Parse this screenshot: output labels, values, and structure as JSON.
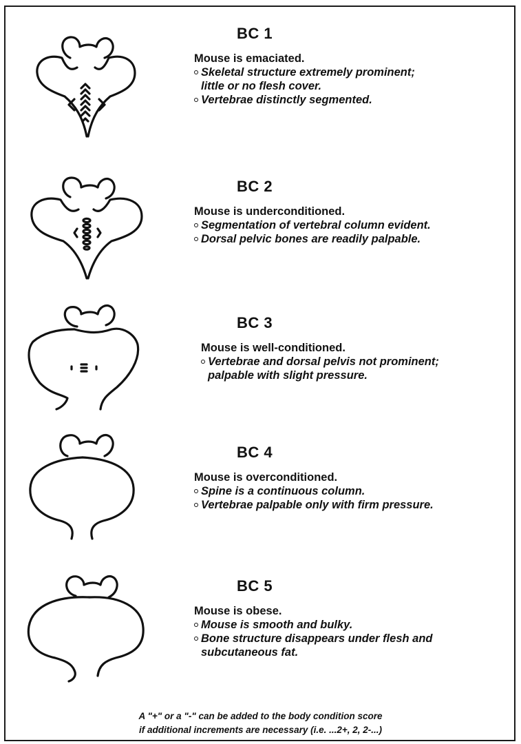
{
  "levels": [
    {
      "title": "BC 1",
      "condition": "Mouse is emaciated.",
      "bullets": [
        "Skeletal structure extremely prominent;\nlittle or no flesh cover.",
        "Vertebrae distinctly segmented."
      ]
    },
    {
      "title": "BC 2",
      "condition": "Mouse is underconditioned.",
      "bullets": [
        "Segmentation of  vertebral column evident.",
        "Dorsal pelvic bones are readily palpable."
      ]
    },
    {
      "title": "BC 3",
      "condition": "Mouse is well-conditioned.",
      "bullets": [
        "Vertebrae and dorsal pelvis not prominent;\npalpable with slight pressure."
      ]
    },
    {
      "title": "BC 4",
      "condition": "Mouse is overconditioned.",
      "bullets": [
        "Spine is a continuous column.",
        "Vertebrae palpable only with firm pressure."
      ]
    },
    {
      "title": "BC 5",
      "condition": "Mouse is obese.",
      "bullets": [
        "Mouse is smooth and bulky.",
        "Bone structure disappears under flesh and\nsubcutaneous fat."
      ]
    }
  ],
  "note": {
    "line1": "A \"+\" or a \"-\" can be added to the body condition score",
    "line2": "if additional increments are necessary (i.e. ...2+, 2, 2-...)"
  }
}
